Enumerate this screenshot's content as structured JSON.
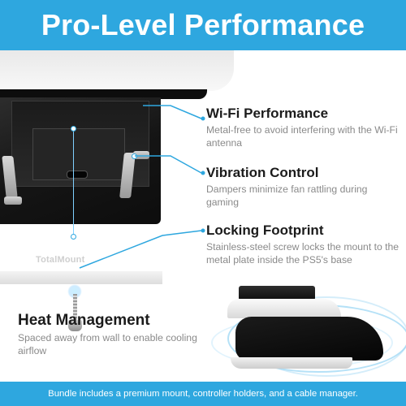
{
  "header": {
    "title": "Pro-Level Performance"
  },
  "product": {
    "brand_label": "TotalMount"
  },
  "features": [
    {
      "title": "Wi-Fi Performance",
      "description": "Metal-free to avoid interfering with the Wi-Fi antenna"
    },
    {
      "title": "Vibration Control",
      "description": "Dampers minimize fan rattling during gaming"
    },
    {
      "title": "Locking Footprint",
      "description": "Stainless-steel screw locks the mount to the metal plate inside the PS5's base"
    }
  ],
  "heat": {
    "title": "Heat Management",
    "description": "Spaced away from wall to enable cooling airflow"
  },
  "footer": {
    "text": "Bundle includes a premium mount, controller holders, and a cable manager."
  },
  "colors": {
    "brand_blue": "#2ea7df",
    "title_text": "#1b1b1b",
    "description_text": "#8a8a8a"
  }
}
